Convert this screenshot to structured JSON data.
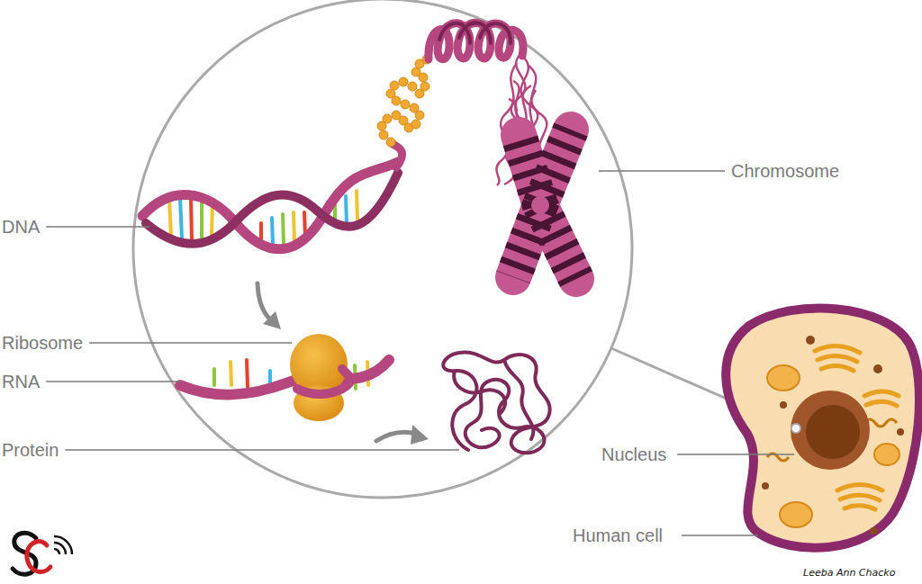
{
  "diagram": {
    "labels": [
      "Chromosome",
      "DNA",
      "Ribosome",
      "RNA",
      "Protein",
      "Nucleus",
      "Human cell",
      "Leeba Ann Chacko"
    ]
  }
}
